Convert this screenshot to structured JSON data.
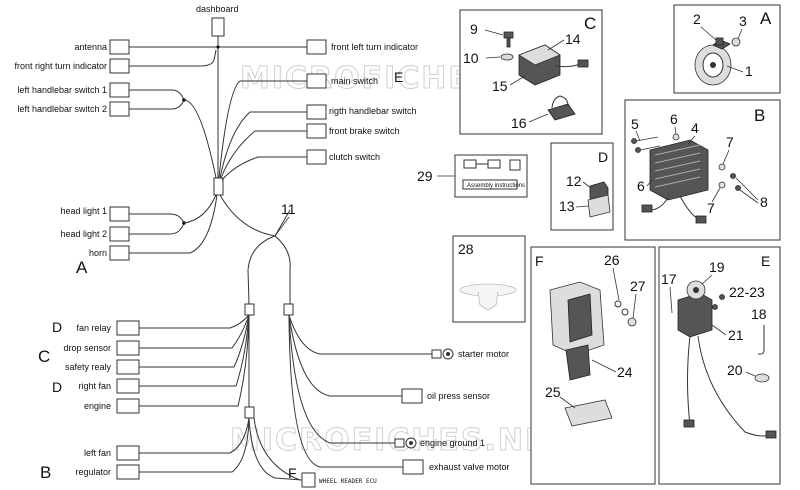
{
  "watermark": "MICROFICHES.NET",
  "wiring_labels": {
    "dashboard": "dashboard",
    "antenna": "antenna",
    "front_right_turn_indicator": "front right turn indicator",
    "left_handlebar_switch_1": "left handlebar switch 1",
    "left_handlebar_switch_2": "left handlebar switch 2",
    "head_light_1": "head light 1",
    "head_light_2": "head light 2",
    "horn": "horn",
    "front_left_turn_indicator": "front left turn indicator",
    "main_switch": "main switch",
    "rigth_handlebar_switch": "rigth handlebar switch",
    "front_brake_switch": "front brake switch",
    "clutch_switch": "clutch switch",
    "fan_relay": "fan relay",
    "drop_sensor": "drop sensor",
    "safety_realy": "safety realy",
    "right_fan": "right fan",
    "engine": "engine",
    "left_fan": "left fan",
    "regulator": "regulator",
    "starter_motor": "starter motor",
    "oil_press_sensor": "oil press sensor",
    "engine_ground_1": "engine ground 1",
    "exhaust_valve_motor": "exhaust valve motor",
    "wheel_reader_ecu": "WHEEL READER ECU"
  },
  "callout_letters": {
    "a_left": "A",
    "b_left": "B",
    "c_left": "C",
    "d_fan_relay": "D",
    "d_right_fan": "D",
    "e_main_switch": "E",
    "f_wheel": "F",
    "panel_a": "A",
    "panel_b": "B",
    "panel_c": "C",
    "panel_d": "D",
    "panel_e": "E",
    "panel_f": "F"
  },
  "part_numbers": {
    "n1": "1",
    "n2": "2",
    "n3": "3",
    "n4": "4",
    "n5": "5",
    "n6a": "6",
    "n6b": "6",
    "n7a": "7",
    "n7b": "7",
    "n8": "8",
    "n9": "9",
    "n10": "10",
    "n11": "11",
    "n12": "12",
    "n13": "13",
    "n14": "14",
    "n15": "15",
    "n16": "16",
    "n17": "17",
    "n18": "18",
    "n19": "19",
    "n20": "20",
    "n21": "21",
    "n22_23": "22-23",
    "n24": "24",
    "n25": "25",
    "n26": "26",
    "n27": "27",
    "n28": "28",
    "n29": "29"
  },
  "assembly_instructions": "Assembly instructions"
}
